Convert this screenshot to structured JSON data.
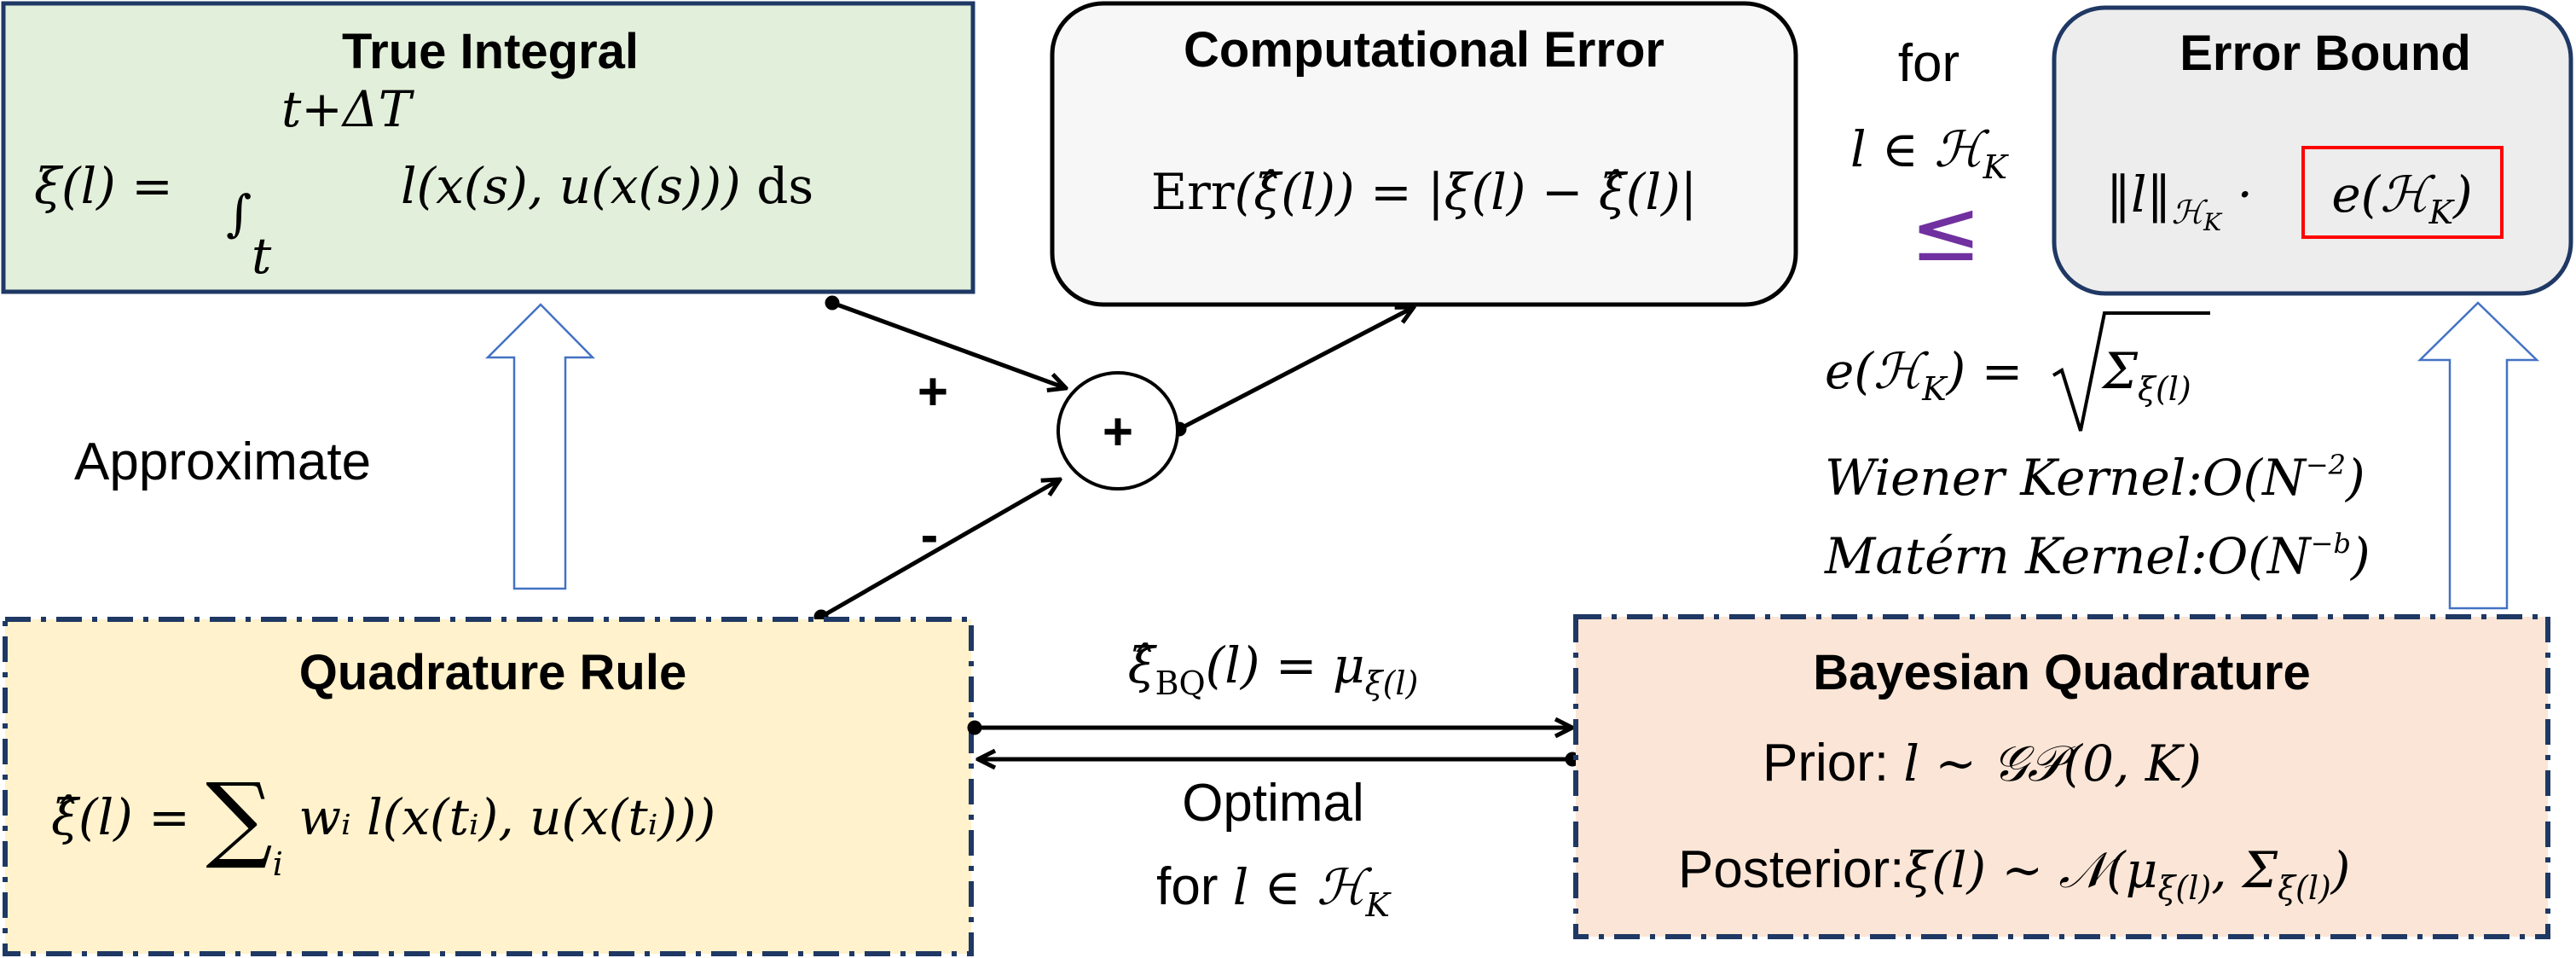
{
  "true_integral": {
    "title": "True Integral",
    "lhs": "ξ(l) = ",
    "integral": "∫",
    "upper": "t+ΔT",
    "lower": "t",
    "integrand": "l(x(s), u(x(s))) ",
    "ds": "ds"
  },
  "computational_error": {
    "title": "Computational Error",
    "formula_err": "Err",
    "formula": "(ξ̂(l)) = |ξ(l) − ξ̂(l)|"
  },
  "condition": {
    "for": "for",
    "membership": "l ∈ ℋ",
    "membership_sub": "K",
    "leq": "≤"
  },
  "error_bound": {
    "title": "Error Bound",
    "norm": "‖l‖",
    "norm_sub": "ℋ",
    "norm_sub2": "K",
    "dot": " ·",
    "e_term": "e(ℋ",
    "e_sub": "K",
    "e_close": ")"
  },
  "rates": {
    "e_def_lhs": "e(ℋ",
    "e_def_sub": "K",
    "e_def_mid": ") = ",
    "sigma": "Σ",
    "sigma_sub": "ξ(l)",
    "wiener": "Wiener Kernel:O(N",
    "wiener_exp": "−2",
    "wiener_close": ")",
    "matern": "Matérn Kernel:O(N",
    "matern_exp": "−b",
    "matern_close": ")"
  },
  "approximate_label": "Approximate",
  "summation": {
    "plus_label": "+",
    "minus_label": "-",
    "node_symbol": "+"
  },
  "quadrature_rule": {
    "title": "Quadrature Rule",
    "lhs": "ξ̂(l) = ",
    "sum": "∑",
    "sum_sub": "i",
    "rhs": " wᵢ l(x(tᵢ), u(x(tᵢ)))"
  },
  "link": {
    "bq_lhs": "ξ̂",
    "bq_sub": "BQ",
    "bq_mid": "(l) = μ",
    "bq_sub2": "ξ(l)",
    "optimal": "Optimal",
    "for_text": "for ",
    "for_math": "l ∈ ℋ",
    "for_sub": "K"
  },
  "bayesian_quadrature": {
    "title": "Bayesian Quadrature",
    "prior_label": "Prior: ",
    "prior_math": "l ~ 𝒢𝒫(0, K)",
    "posterior_label": "Posterior:",
    "posterior_math": "ξ(l) ~ 𝒩(μ",
    "posterior_sub1": "ξ(l)",
    "posterior_mid": ", Σ",
    "posterior_sub2": "ξ(l)",
    "posterior_close": ")"
  },
  "colors": {
    "true_integral_fill": "#e2efda",
    "comp_error_fill": "#f7f7f7",
    "error_bound_fill": "#ededed",
    "quadrature_fill": "#fff2cc",
    "bayesian_fill": "#fbe5d6",
    "border": "#1f3864",
    "leq": "#7030a0",
    "highlight": "#ff0000",
    "arrow": "#4472c4"
  }
}
